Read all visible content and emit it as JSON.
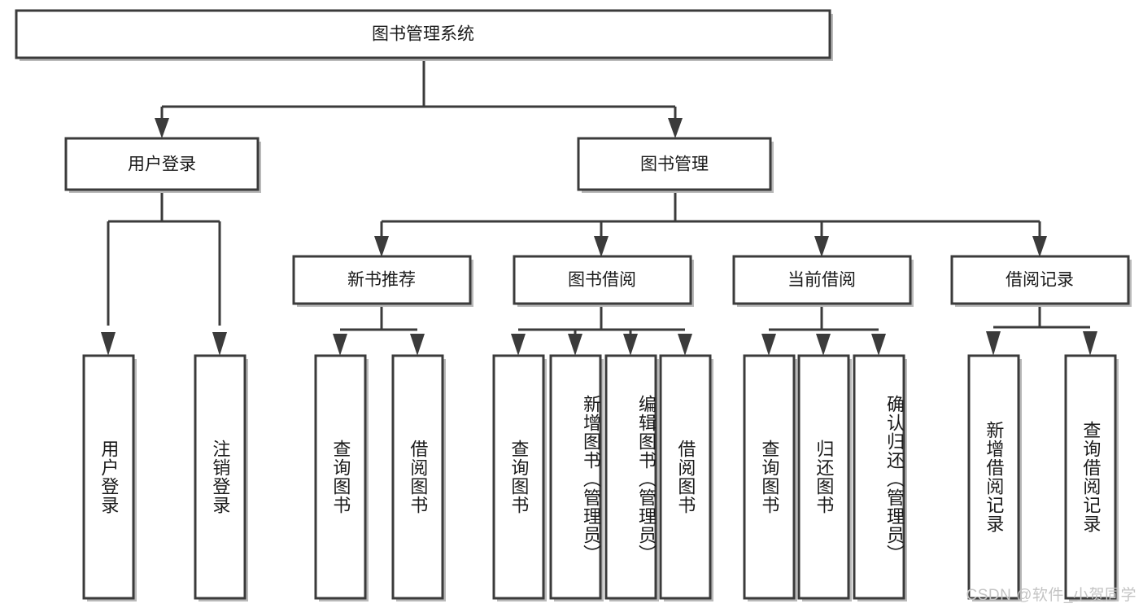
{
  "diagram": {
    "title": "图书管理系统",
    "type": "tree-hierarchy",
    "root": {
      "id": "root",
      "label": "图书管理系统"
    },
    "level2": [
      {
        "id": "user-login",
        "label": "用户登录"
      },
      {
        "id": "book-manage",
        "label": "图书管理"
      }
    ],
    "level3": [
      {
        "id": "new-book-rec",
        "label": "新书推荐",
        "parent": "book-manage"
      },
      {
        "id": "book-borrow",
        "label": "图书借阅",
        "parent": "book-manage"
      },
      {
        "id": "current-borrow",
        "label": "当前借阅",
        "parent": "book-manage"
      },
      {
        "id": "borrow-record",
        "label": "借阅记录",
        "parent": "book-manage"
      }
    ],
    "leaves": [
      {
        "id": "leaf-user-login",
        "label": "用户登录",
        "parent": "user-login"
      },
      {
        "id": "leaf-user-logout",
        "label": "注销登录",
        "parent": "user-login"
      },
      {
        "id": "leaf-query-book-1",
        "label": "查询图书",
        "parent": "new-book-rec"
      },
      {
        "id": "leaf-borrow-book-1",
        "label": "借阅图书",
        "parent": "new-book-rec"
      },
      {
        "id": "leaf-query-book-2",
        "label": "查询图书",
        "parent": "book-borrow"
      },
      {
        "id": "leaf-add-book",
        "label": "新增图书（管理员）",
        "parent": "book-borrow"
      },
      {
        "id": "leaf-edit-book",
        "label": "编辑图书（管理员）",
        "parent": "book-borrow"
      },
      {
        "id": "leaf-borrow-book-2",
        "label": "借阅图书",
        "parent": "book-borrow"
      },
      {
        "id": "leaf-query-book-3",
        "label": "查询图书",
        "parent": "current-borrow"
      },
      {
        "id": "leaf-return-book",
        "label": "归还图书",
        "parent": "current-borrow"
      },
      {
        "id": "leaf-confirm-return",
        "label": "确认归还（管理员）",
        "parent": "current-borrow"
      },
      {
        "id": "leaf-add-record",
        "label": "新增借阅记录",
        "parent": "borrow-record"
      },
      {
        "id": "leaf-query-record",
        "label": "查询借阅记录",
        "parent": "borrow-record"
      }
    ],
    "colors": {
      "box_stroke": "#3b3b3b",
      "box_fill": "#ffffff",
      "connector": "#3b3b3b",
      "text": "#1a1a1a",
      "watermark": "#c4c4c4",
      "background": "#ffffff"
    }
  },
  "watermark": {
    "text": "CSDN @软件_小贺同学"
  }
}
